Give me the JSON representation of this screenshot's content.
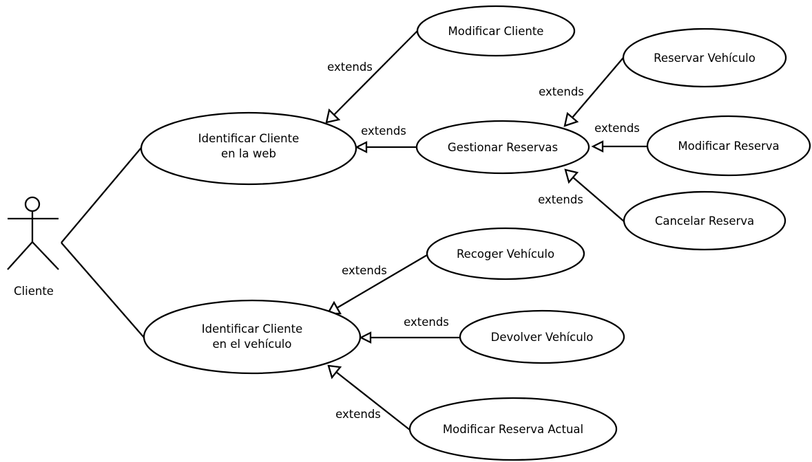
{
  "actor": {
    "name": "Cliente"
  },
  "use_cases": {
    "identificar_web": [
      "Identificar Cliente",
      "en la web"
    ],
    "identificar_vehiculo": [
      "Identificar Cliente",
      "en el vehículo"
    ],
    "modificar_cliente": [
      "Modificar Cliente"
    ],
    "gestionar_reservas": [
      "Gestionar Reservas"
    ],
    "reservar_vehiculo": [
      "Reservar Vehículo"
    ],
    "modificar_reserva": [
      "Modificar Reserva"
    ],
    "cancelar_reserva": [
      "Cancelar Reserva"
    ],
    "recoger_vehiculo": [
      "Recoger Vehículo"
    ],
    "devolver_vehiculo": [
      "Devolver Vehículo"
    ],
    "modificar_reserva_actual": [
      "Modificar Reserva Actual"
    ]
  },
  "associations": [
    {
      "from": "actor",
      "to": "identificar_web"
    },
    {
      "from": "actor",
      "to": "identificar_vehiculo"
    }
  ],
  "relations": [
    {
      "from": "modificar_cliente",
      "to": "identificar_web",
      "label": "extends"
    },
    {
      "from": "gestionar_reservas",
      "to": "identificar_web",
      "label": "extends"
    },
    {
      "from": "reservar_vehiculo",
      "to": "gestionar_reservas",
      "label": "extends"
    },
    {
      "from": "modificar_reserva",
      "to": "gestionar_reservas",
      "label": "extends"
    },
    {
      "from": "cancelar_reserva",
      "to": "gestionar_reservas",
      "label": "extends"
    },
    {
      "from": "recoger_vehiculo",
      "to": "identificar_vehiculo",
      "label": "extends"
    },
    {
      "from": "devolver_vehiculo",
      "to": "identificar_vehiculo",
      "label": "extends"
    },
    {
      "from": "modificar_reserva_actual",
      "to": "identificar_vehiculo",
      "label": "extends"
    }
  ]
}
